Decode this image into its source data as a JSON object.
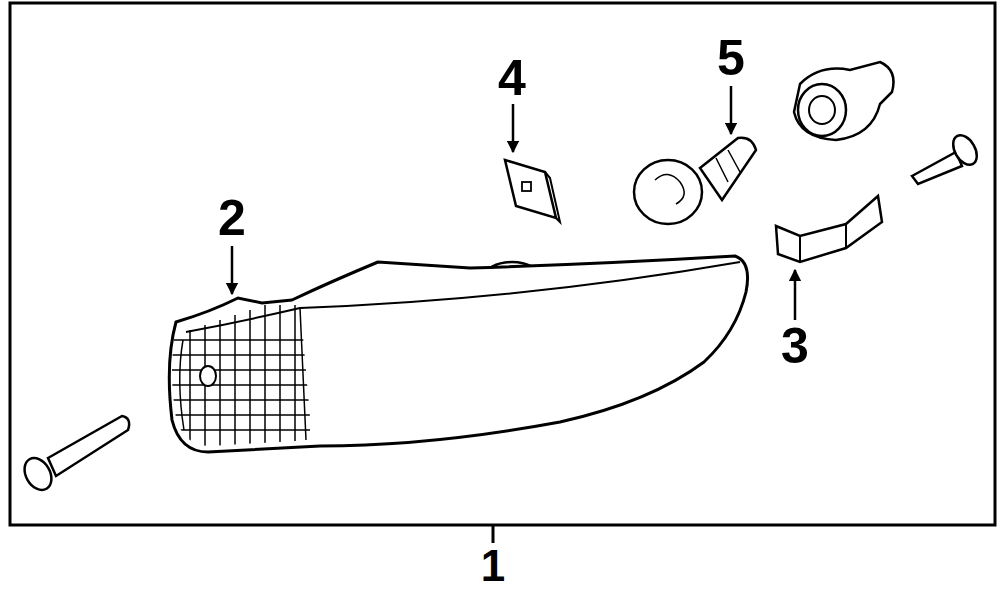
{
  "diagram": {
    "labels": [
      "4",
      "5",
      "2",
      "3",
      "1"
    ]
  }
}
